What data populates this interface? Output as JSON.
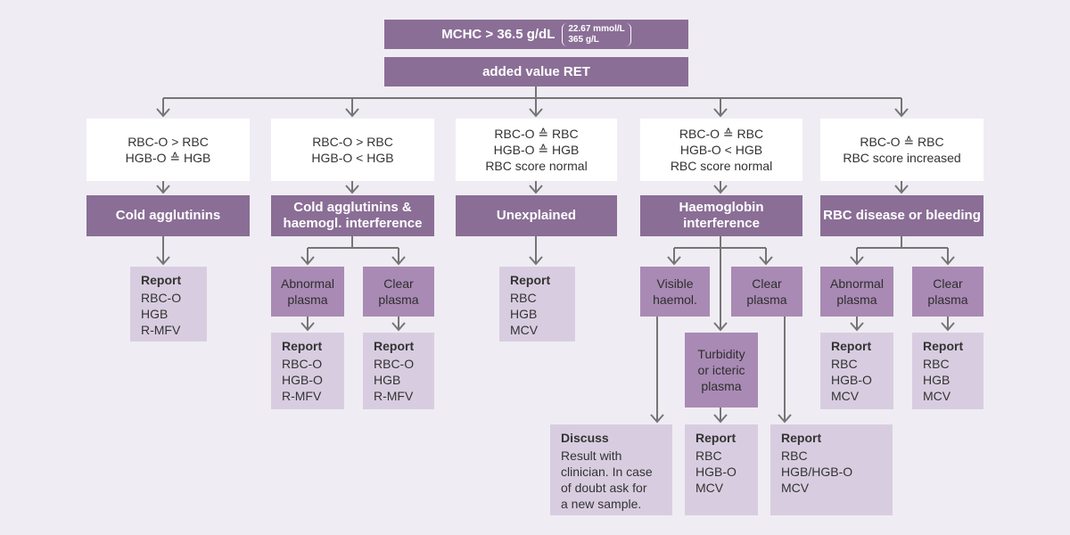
{
  "header": {
    "title": "MCHC > 36.5 g/dL",
    "paren_line1": "22.67 mmol/L",
    "paren_line2": "365 g/L",
    "subtitle": "added value RET"
  },
  "columns": [
    {
      "criteria": [
        "RBC-O > RBC",
        "HGB-O ≙ HGB"
      ],
      "diagnosis": [
        "Cold agglutinins"
      ],
      "report": {
        "title": "Report",
        "lines": [
          "RBC-O",
          "HGB",
          "R-MFV"
        ]
      }
    },
    {
      "criteria": [
        "RBC-O > RBC",
        "HGB-O < HGB"
      ],
      "diagnosis": [
        "Cold agglutinins &",
        "haemogl. interference"
      ],
      "branches": [
        {
          "label": [
            "Abnormal",
            "plasma"
          ],
          "report": {
            "title": "Report",
            "lines": [
              "RBC-O",
              "HGB-O",
              "R-MFV"
            ]
          }
        },
        {
          "label": [
            "Clear",
            "plasma"
          ],
          "report": {
            "title": "Report",
            "lines": [
              "RBC-O",
              "HGB",
              "R-MFV"
            ]
          }
        }
      ]
    },
    {
      "criteria": [
        "RBC-O ≙ RBC",
        "HGB-O ≙ HGB",
        "RBC score normal"
      ],
      "diagnosis": [
        "Unexplained"
      ],
      "report": {
        "title": "Report",
        "lines": [
          "RBC",
          "HGB",
          "MCV"
        ]
      }
    },
    {
      "criteria": [
        "RBC-O ≙ RBC",
        "HGB-O < HGB",
        "RBC score normal"
      ],
      "diagnosis": [
        "Haemoglobin",
        "interference"
      ],
      "branches": [
        {
          "label": [
            "Visible",
            "haemol."
          ],
          "discuss": {
            "title": "Discuss",
            "lines": [
              "Result with",
              "clinician. In case",
              "of doubt ask for",
              "a new sample."
            ]
          }
        },
        {
          "label": [
            "Turbidity",
            "or icteric",
            "plasma"
          ],
          "report": {
            "title": "Report",
            "lines": [
              "RBC",
              "HGB-O",
              "MCV"
            ]
          }
        },
        {
          "label": [
            "Clear",
            "plasma"
          ],
          "report": {
            "title": "Report",
            "lines": [
              "RBC",
              "HGB/HGB-O",
              "MCV"
            ]
          }
        }
      ]
    },
    {
      "criteria": [
        "RBC-O ≙ RBC",
        "RBC score increased"
      ],
      "diagnosis": [
        "RBC disease or bleeding"
      ],
      "branches": [
        {
          "label": [
            "Abnormal",
            "plasma"
          ],
          "report": {
            "title": "Report",
            "lines": [
              "RBC",
              "HGB-O",
              "MCV"
            ]
          }
        },
        {
          "label": [
            "Clear",
            "plasma"
          ],
          "report": {
            "title": "Report",
            "lines": [
              "RBC",
              "HGB",
              "MCV"
            ]
          }
        }
      ]
    }
  ]
}
